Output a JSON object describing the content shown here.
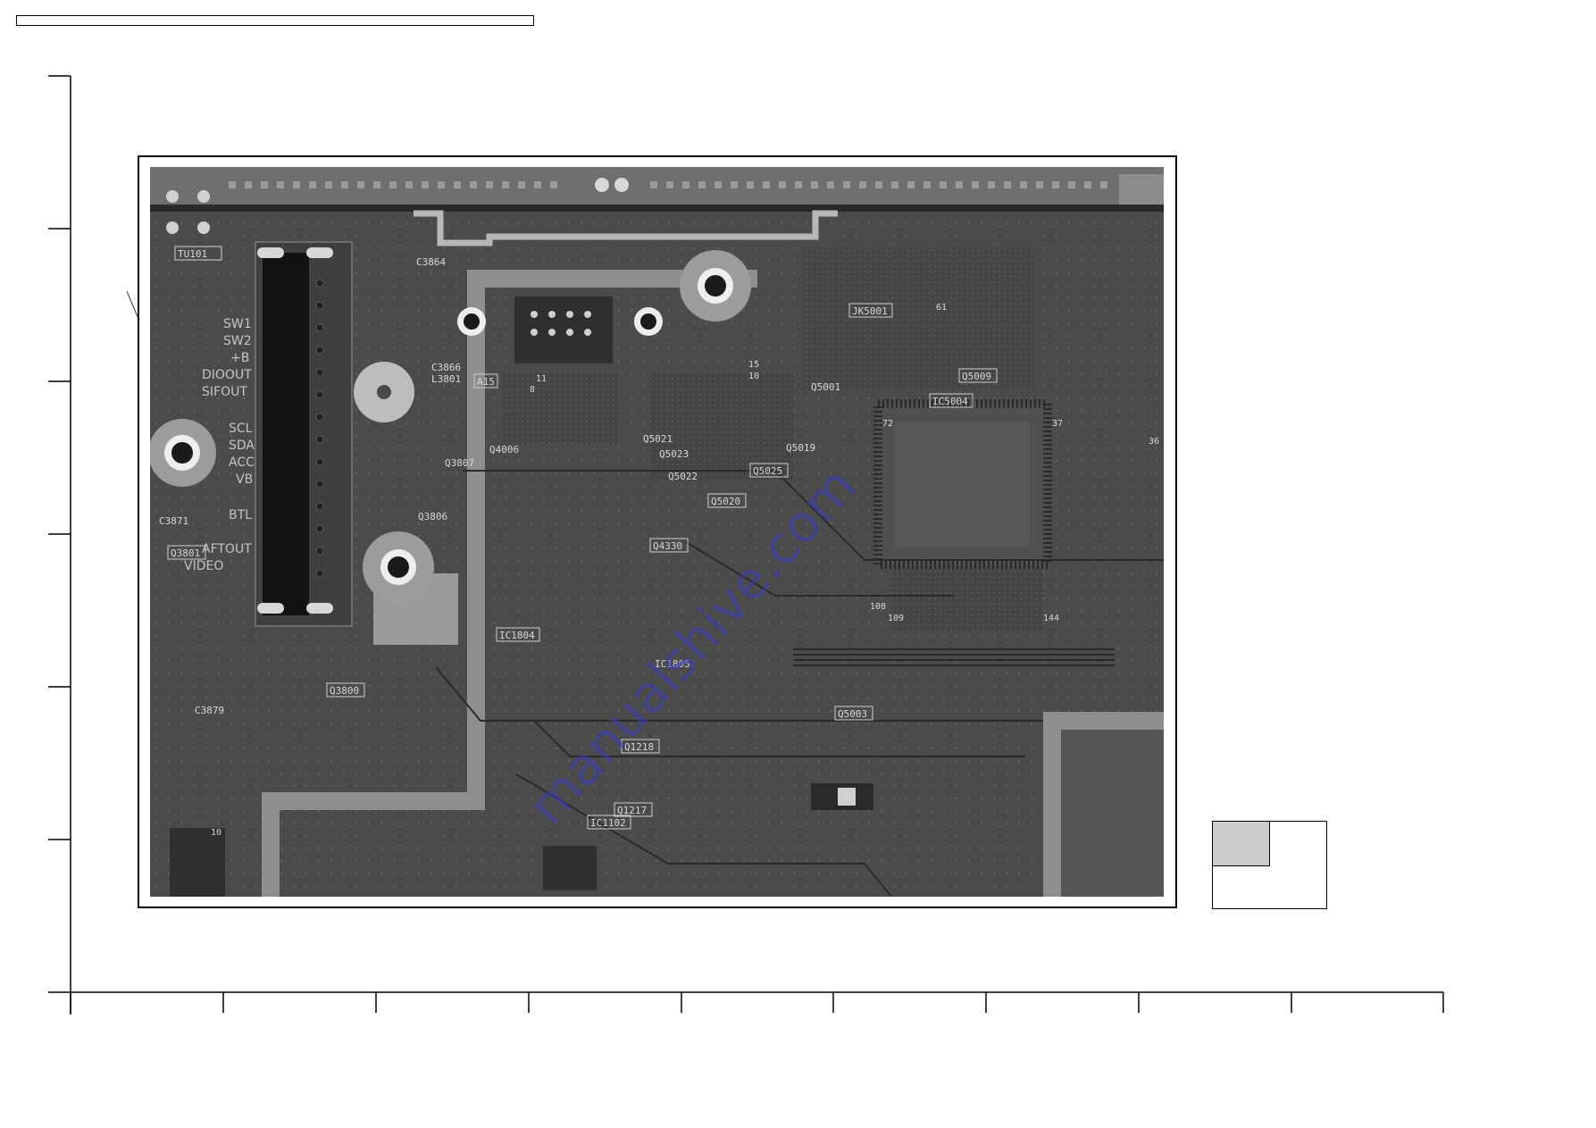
{
  "document": {
    "type": "pcb-component-layout",
    "header_box_text": ""
  },
  "board": {
    "watermark": "manualshive.com",
    "silkscreen_labels": [
      "SW1",
      "SW2",
      "+B",
      "DIOOUT",
      "SIFOUT",
      "SCL",
      "SDA",
      "ACC",
      "VB",
      "BTL",
      "AFTOUT",
      "VIDEO"
    ],
    "reference_designators": [
      "TU101",
      "C3864",
      "C3866",
      "L3801",
      "A15",
      "C3871",
      "Q3801",
      "C3879",
      "Q3800",
      "Q3806",
      "Q3807",
      "IC1804",
      "IC1805",
      "Q4330",
      "Q4006",
      "Q5020",
      "Q5025",
      "Q5019",
      "Q5021",
      "Q5022",
      "Q5023",
      "Q5001",
      "JK5001",
      "IC5004",
      "Q5009",
      "Q5003",
      "Q1218",
      "Q1217",
      "IC1102"
    ],
    "pin_numbers": [
      "11",
      "8",
      "15",
      "10",
      "72",
      "37",
      "36",
      "108",
      "109",
      "144",
      "61",
      "10"
    ]
  },
  "locator": {
    "highlighted_quadrant": "top-left"
  },
  "colors": {
    "board": "#4a4a4a",
    "copper_trace": "#2e2e2e",
    "silkscreen": "#c4c4c4",
    "watermark": "#3c3cb8",
    "locator_fill": "#cccccc"
  }
}
